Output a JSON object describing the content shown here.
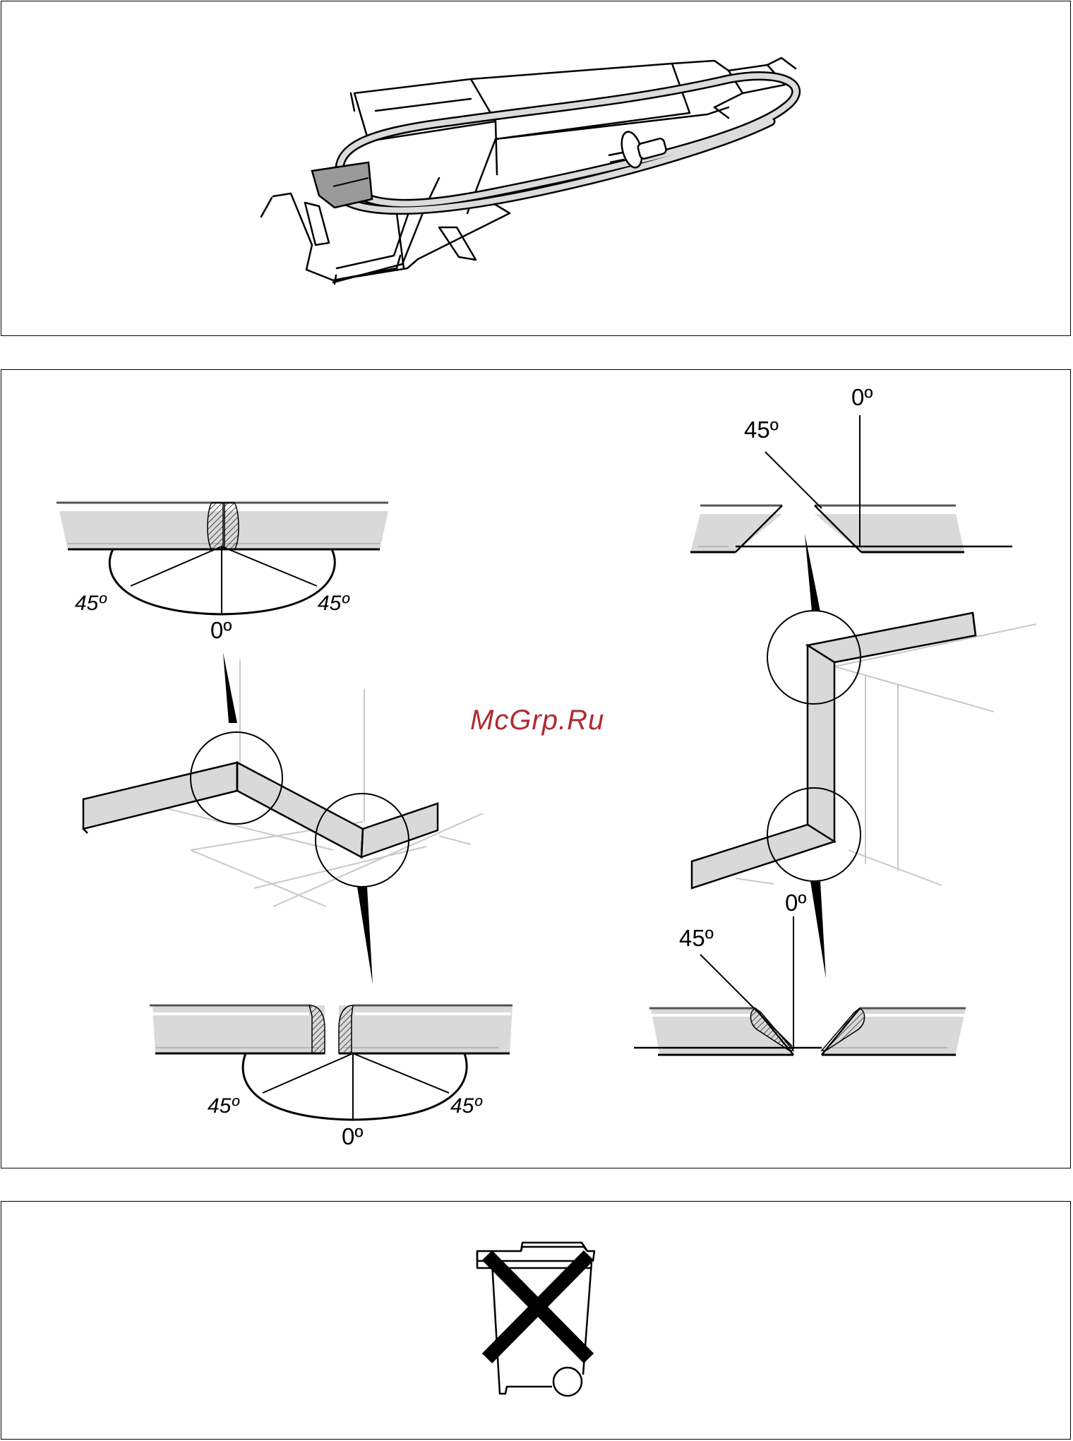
{
  "watermark": "McGrp.Ru",
  "angles": {
    "top_left": {
      "left": "45º",
      "center": "0º",
      "right": "45º"
    },
    "bottom_left": {
      "left": "45º",
      "center": "0º",
      "right": "45º"
    },
    "top_right": {
      "zero": "0º",
      "forty_five": "45º"
    },
    "bottom_right": {
      "zero": "0º",
      "forty_five": "45º"
    }
  },
  "colors": {
    "panel_border": "#000000",
    "profile_fill": "#d9d9d9",
    "watermark": "#b22a30"
  },
  "icons": [
    "power-tool-with-cord",
    "mitre-joint-diagrams",
    "crossed-out-wheelie-bin-icon"
  ]
}
